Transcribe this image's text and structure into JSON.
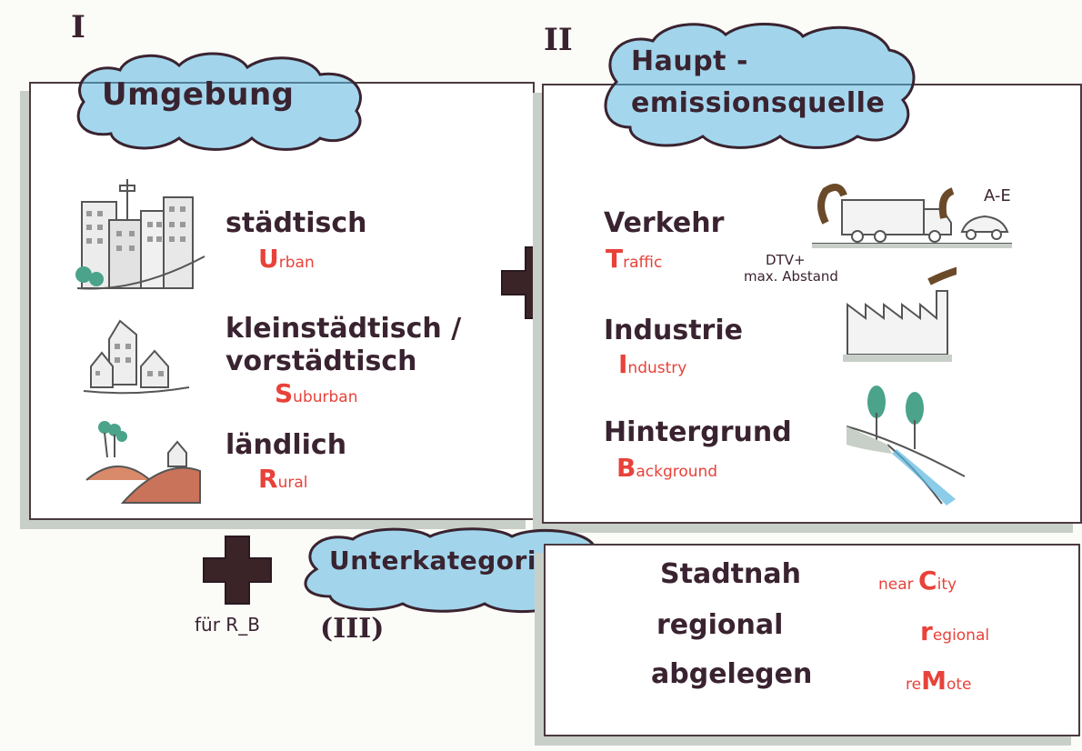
{
  "sections": {
    "umgebung": {
      "numeral": "I",
      "title": "Umgebung",
      "items": [
        {
          "de": "städtisch",
          "en_initial": "U",
          "en_rest": "rban",
          "icon": "city-buildings"
        },
        {
          "de": "kleinstädtisch /",
          "de2": "vorstädtisch",
          "en_initial": "S",
          "en_rest": "uburban",
          "icon": "small-town"
        },
        {
          "de": "ländlich",
          "en_initial": "R",
          "en_rest": "ural",
          "icon": "rural-hills"
        }
      ]
    },
    "hauptemission": {
      "numeral": "II",
      "title_line1": "Haupt -",
      "title_line2": "emissionsquelle",
      "items": [
        {
          "de": "Verkehr",
          "en_initial": "T",
          "en_rest": "raffic",
          "icon": "traffic-truck-car"
        },
        {
          "de": "Industrie",
          "en_initial": "I",
          "en_rest": "ndustry",
          "icon": "factory"
        },
        {
          "de": "Hintergrund",
          "en_initial": "B",
          "en_rest": "ackground",
          "icon": "trees-river"
        }
      ],
      "note_ae": "A-E",
      "note_dtv_line1": "DTV+",
      "note_dtv_line2": "max. Abstand"
    },
    "unterkategorie": {
      "numeral": "(III)",
      "title": "Unterkategorie",
      "plus_note": "für R_B",
      "items": [
        {
          "de": "Stadtnah",
          "en_pre": "near ",
          "en_initial": "C",
          "en_rest": "ity"
        },
        {
          "de": "regional",
          "en_pre": "",
          "en_initial": "r",
          "en_rest": "egional"
        },
        {
          "de": "abgelegen",
          "en_pre": "re",
          "en_initial": "M",
          "en_rest": "ote"
        }
      ]
    }
  },
  "colors": {
    "ink": "#3a2330",
    "accent_red": "#e8423a",
    "cloud_blue": "#5ab7e0",
    "plus_fill": "#3a2428",
    "shadow_gray": "#c8cfc8"
  }
}
